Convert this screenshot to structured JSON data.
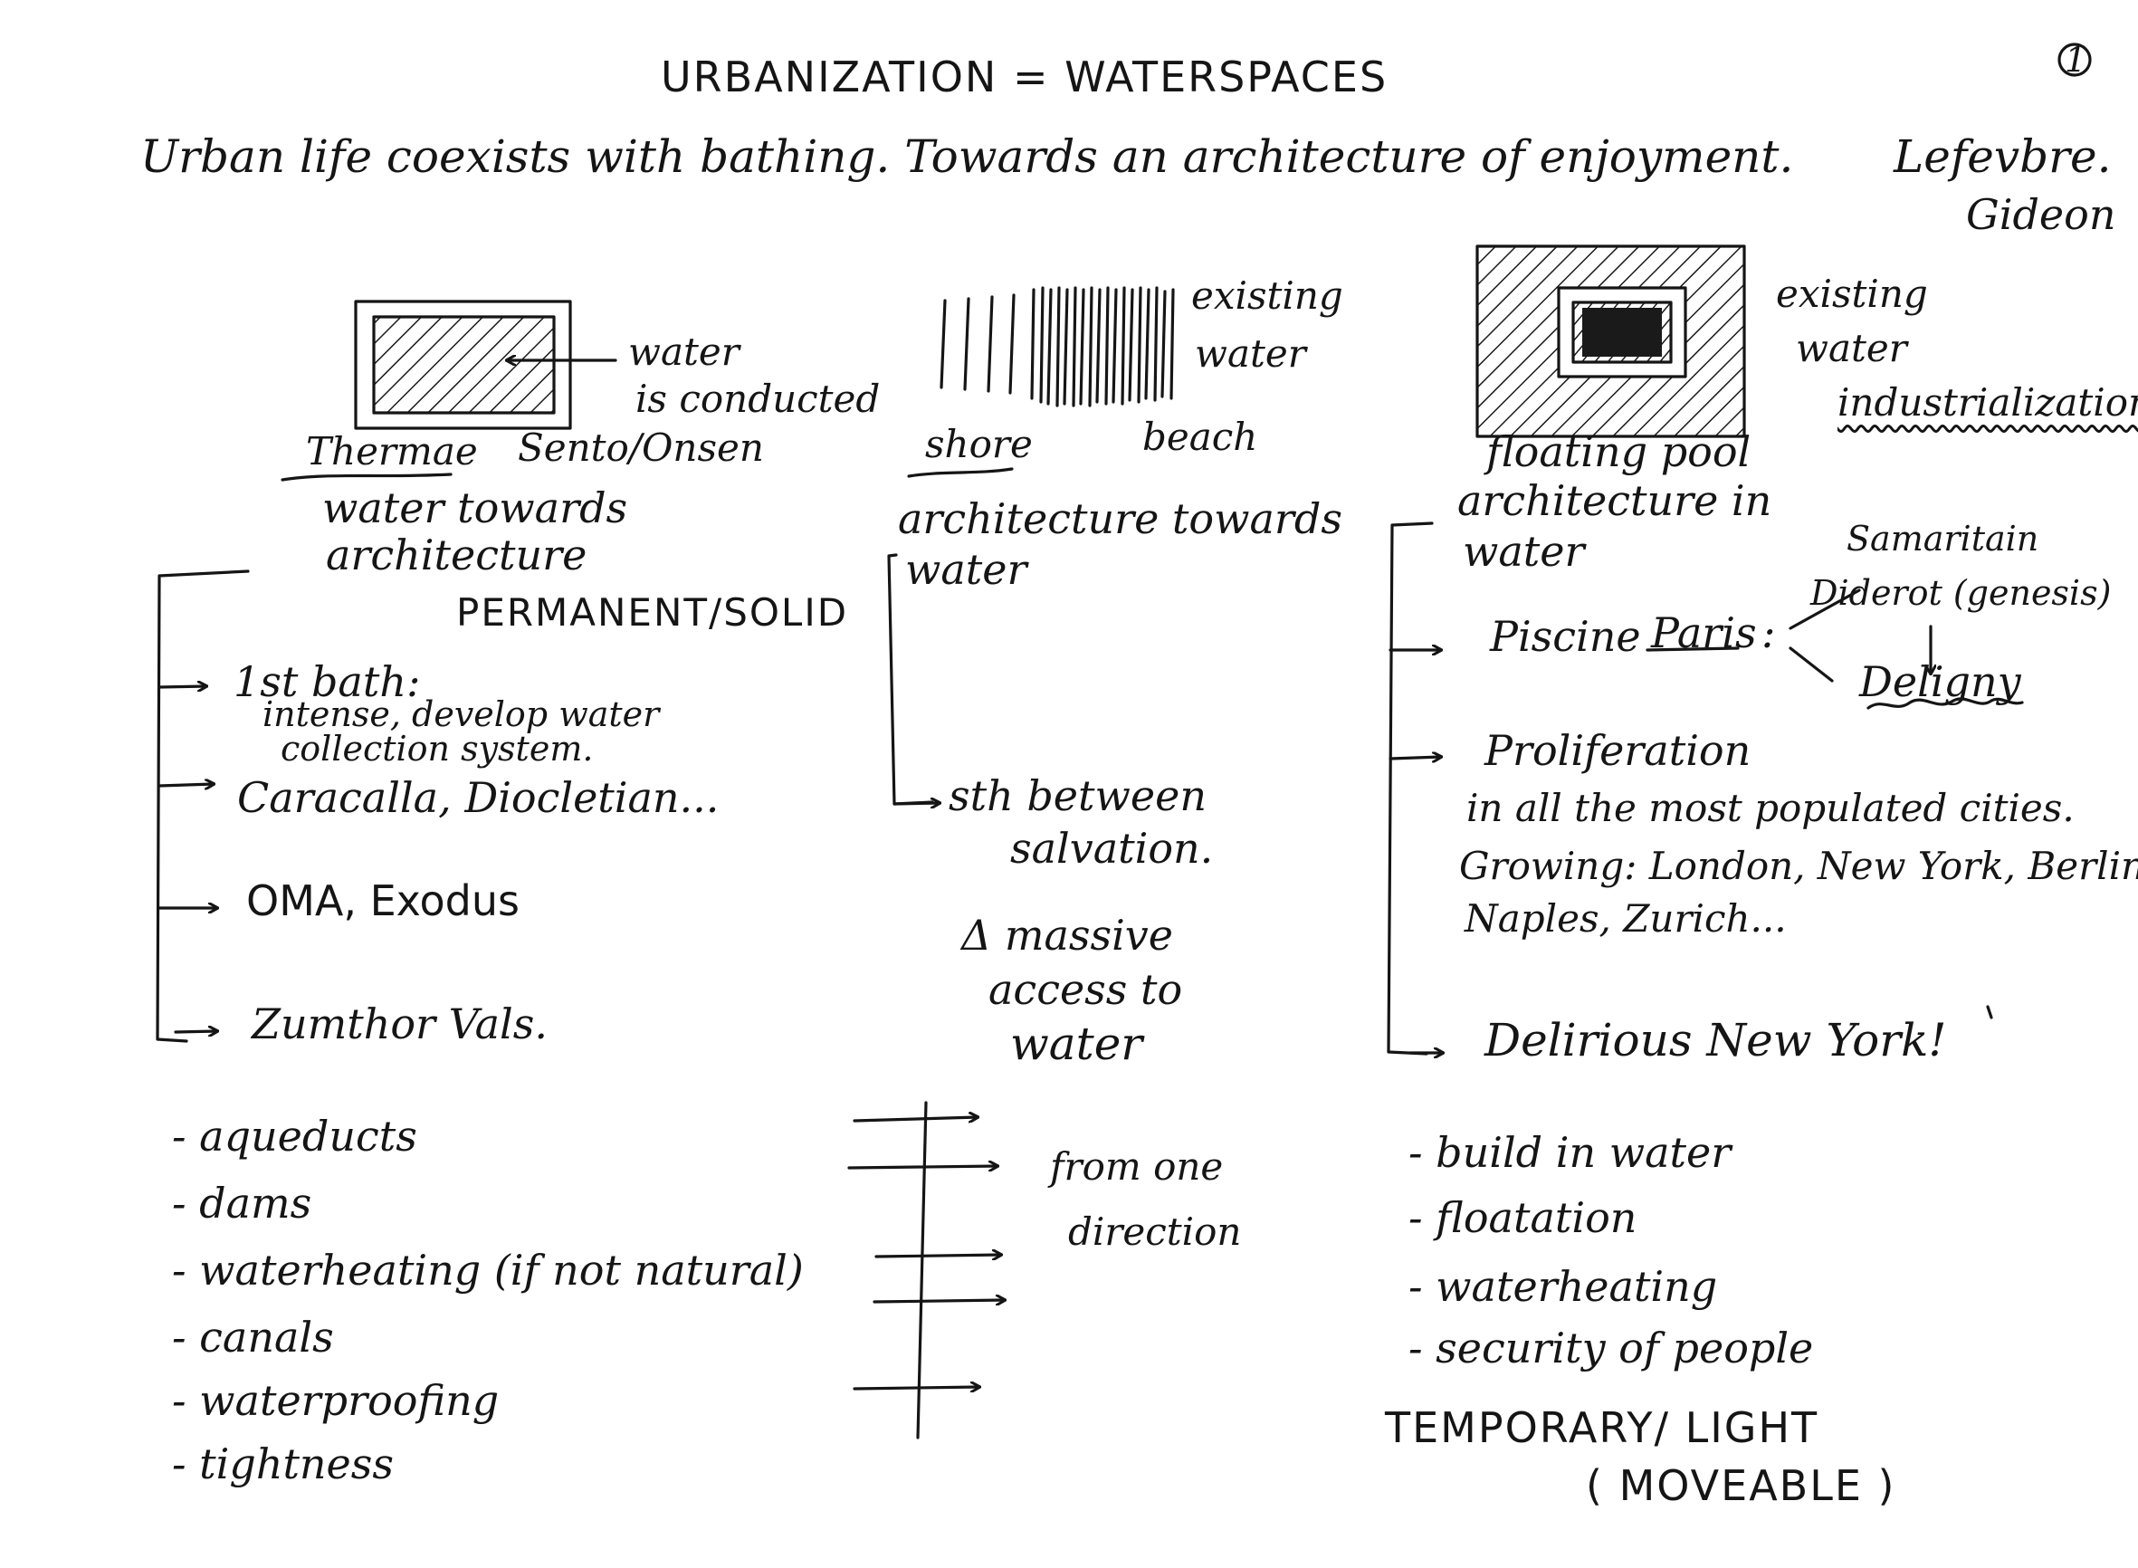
{
  "page_number": "1",
  "header": {
    "title": "URBANIZATION = WATERSPACES",
    "subtitle": "Urban life coexists with bathing. Towards an architecture of enjoyment.",
    "author_1": "Lefevbre.",
    "author_2": "Gideon"
  },
  "col_thermae": {
    "note_1": "water",
    "note_2": "is conducted",
    "label_thermae": "Thermae",
    "label_sento": "Sento/Onsen",
    "caption_1": "water towards",
    "caption_2": "architecture",
    "category": "PERMANENT/SOLID",
    "items": [
      {
        "title": "1st bath:",
        "note_1": "intense, develop water",
        "note_2": "collection system."
      },
      {
        "title": "Caracalla, Diocletian..."
      },
      {
        "title": "OMA, Exodus"
      },
      {
        "title": "Zumthor Vals."
      }
    ],
    "needs": [
      "aqueducts",
      "dams",
      "waterheating (if not natural)",
      "canals",
      "waterproofing",
      "tightness"
    ]
  },
  "col_beach": {
    "note_1": "existing",
    "note_2": "water",
    "label_shore": "shore",
    "label_beach": "beach",
    "caption_1": "architecture towards",
    "caption_2": "water",
    "branch_1": "sth between",
    "branch_2": "salvation.",
    "delta_1": "Δ massive",
    "delta_2": "access to",
    "delta_3": "water",
    "direction_1": "from one",
    "direction_2": "direction"
  },
  "col_floating": {
    "note_1": "existing",
    "note_2": "water",
    "industrialization": "industrialization",
    "label": "floating pool",
    "caption_1": "architecture in",
    "caption_2": "water",
    "piscine": "Piscine",
    "paris": "Paris",
    "colon": ":",
    "samaritain": "Samaritain",
    "diderot": "Diderot (genesis)",
    "deligny": "Deligny",
    "proliferation": "Proliferation",
    "prolif_1": "in all the most populated cities.",
    "prolif_2": "Growing: London, New York, Berlin,",
    "prolif_3": "Naples, Zurich...",
    "delirious": "Delirious New York!",
    "needs": [
      "build in water",
      "floatation",
      "waterheating",
      "security of people"
    ],
    "category_1": "TEMPORARY/ LIGHT",
    "category_2": "( MOVEABLE )"
  }
}
